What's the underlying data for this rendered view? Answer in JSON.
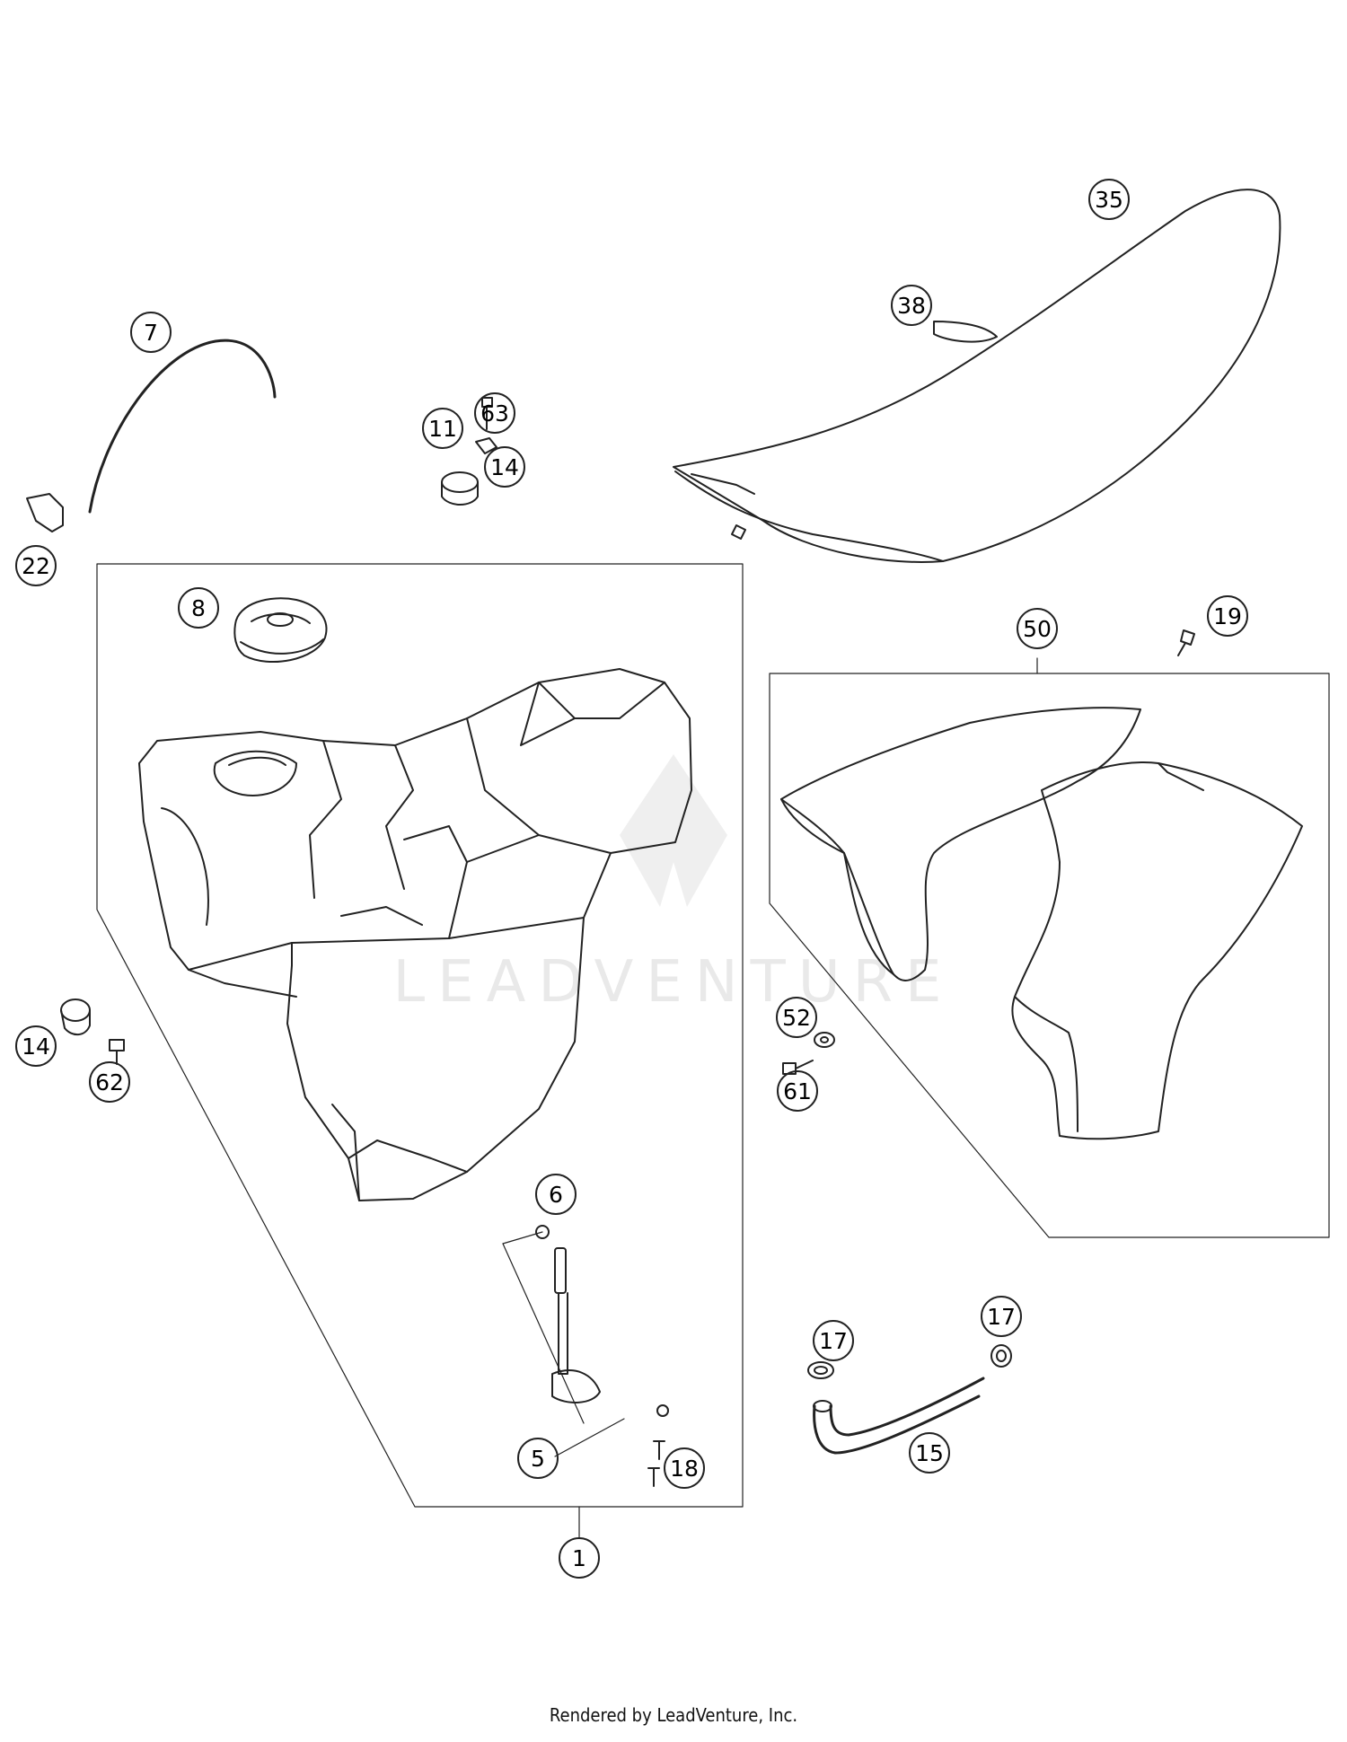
{
  "footer_text": "Rendered by LeadVenture, Inc.",
  "watermark_text": "LEADVENTURE",
  "callouts": [
    {
      "id": "c1",
      "label": "1"
    },
    {
      "id": "c5",
      "label": "5"
    },
    {
      "id": "c6",
      "label": "6"
    },
    {
      "id": "c7",
      "label": "7"
    },
    {
      "id": "c8",
      "label": "8"
    },
    {
      "id": "c11",
      "label": "11"
    },
    {
      "id": "c14a",
      "label": "14"
    },
    {
      "id": "c14b",
      "label": "14"
    },
    {
      "id": "c15",
      "label": "15"
    },
    {
      "id": "c17a",
      "label": "17"
    },
    {
      "id": "c17b",
      "label": "17"
    },
    {
      "id": "c18",
      "label": "18"
    },
    {
      "id": "c19",
      "label": "19"
    },
    {
      "id": "c22",
      "label": "22"
    },
    {
      "id": "c35",
      "label": "35"
    },
    {
      "id": "c38",
      "label": "38"
    },
    {
      "id": "c50",
      "label": "50"
    },
    {
      "id": "c52",
      "label": "52"
    },
    {
      "id": "c61",
      "label": "61"
    },
    {
      "id": "c62",
      "label": "62"
    },
    {
      "id": "c63",
      "label": "63"
    }
  ]
}
